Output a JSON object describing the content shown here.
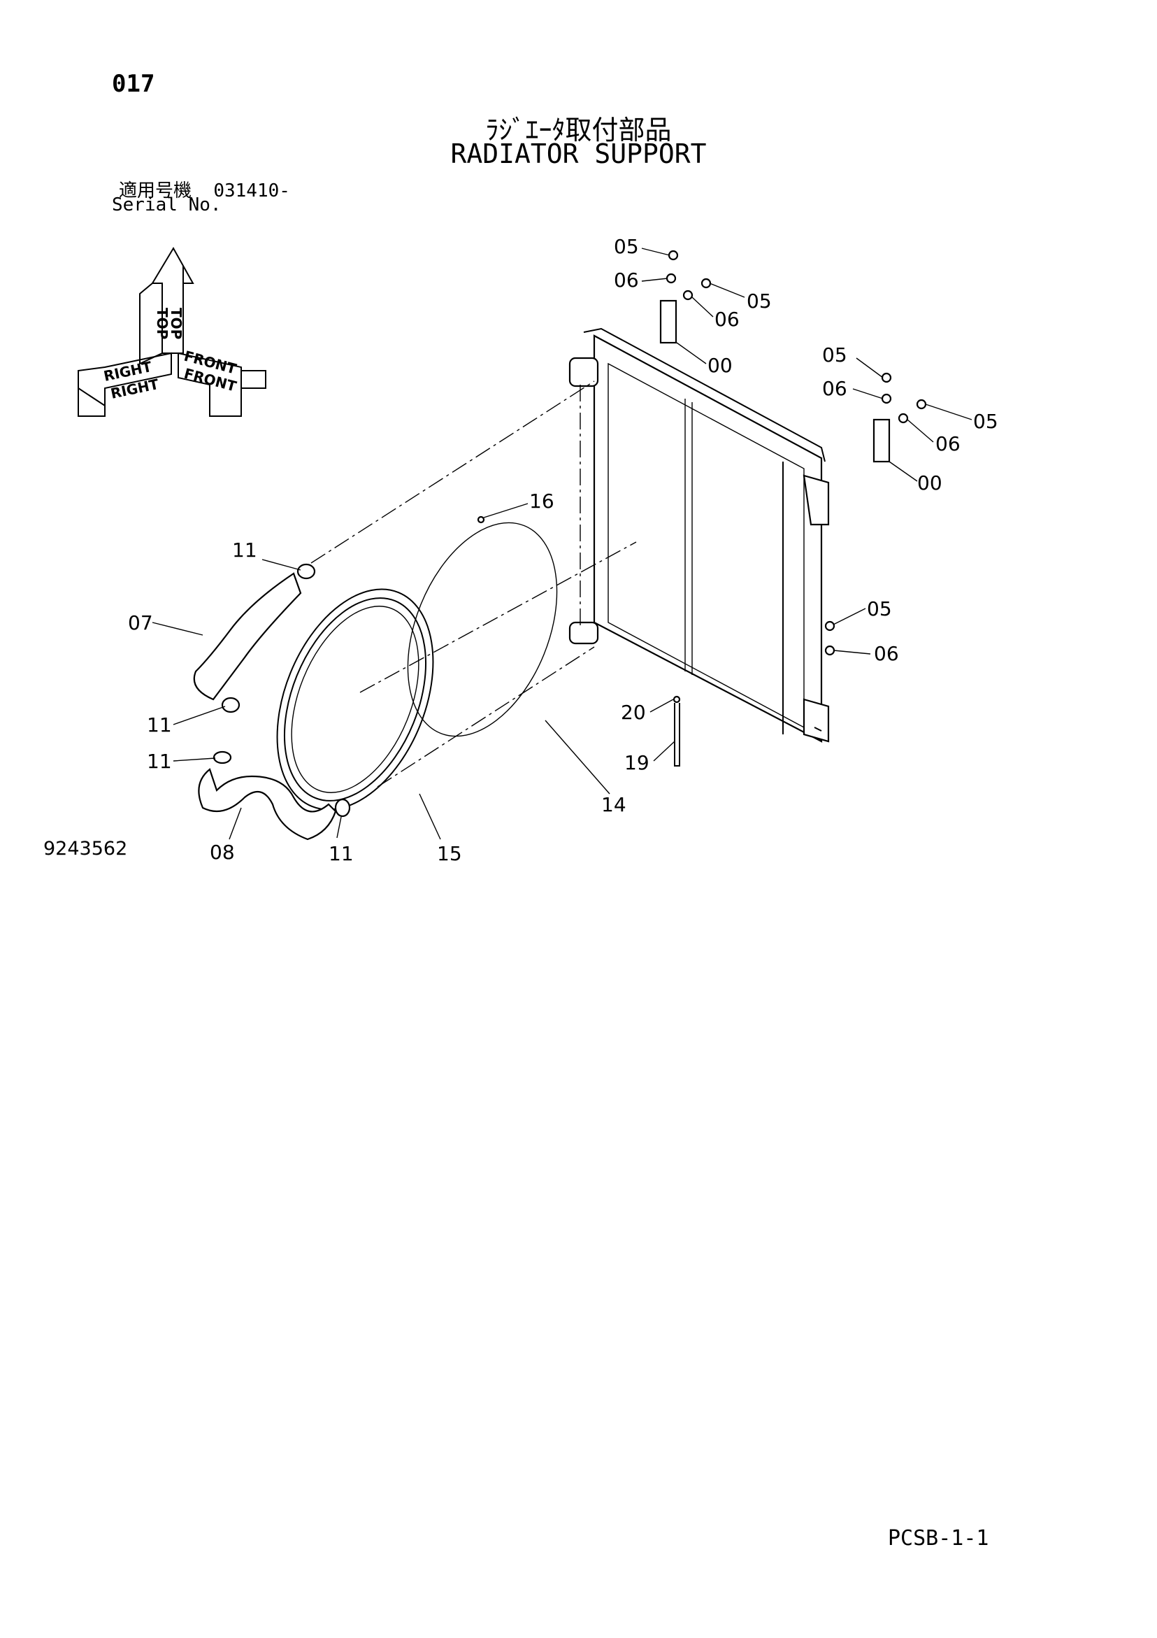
{
  "header": {
    "page_number": "017",
    "title_jp": "ﾗｼﾞｴｰﾀ取付部品",
    "title_en": "RADIATOR SUPPORT",
    "serial_label_jp": "適用号機",
    "serial_value": "031410-",
    "serial_label_en": "Serial No."
  },
  "orientation": {
    "top": "TOP",
    "right": "RIGHT",
    "front": "FRONT"
  },
  "callouts": [
    {
      "id": "c-05a",
      "text": "05"
    },
    {
      "id": "c-06a",
      "text": "06"
    },
    {
      "id": "c-05b",
      "text": "05"
    },
    {
      "id": "c-06b",
      "text": "06"
    },
    {
      "id": "c-00a",
      "text": "00"
    },
    {
      "id": "c-05c",
      "text": "05"
    },
    {
      "id": "c-06c",
      "text": "06"
    },
    {
      "id": "c-05d",
      "text": "05"
    },
    {
      "id": "c-06d",
      "text": "06"
    },
    {
      "id": "c-00b",
      "text": "00"
    },
    {
      "id": "c-16",
      "text": "16"
    },
    {
      "id": "c-11a",
      "text": "11"
    },
    {
      "id": "c-07",
      "text": "07"
    },
    {
      "id": "c-05e",
      "text": "05"
    },
    {
      "id": "c-06e",
      "text": "06"
    },
    {
      "id": "c-20",
      "text": "20"
    },
    {
      "id": "c-19",
      "text": "19"
    },
    {
      "id": "c-11b",
      "text": "11"
    },
    {
      "id": "c-11c",
      "text": "11"
    },
    {
      "id": "c-14",
      "text": "14"
    },
    {
      "id": "c-08",
      "text": "08"
    },
    {
      "id": "c-11d",
      "text": "11"
    },
    {
      "id": "c-15",
      "text": "15"
    }
  ],
  "footer": {
    "drawing_number": "9243562",
    "page_code": "PCSB-1-1"
  }
}
